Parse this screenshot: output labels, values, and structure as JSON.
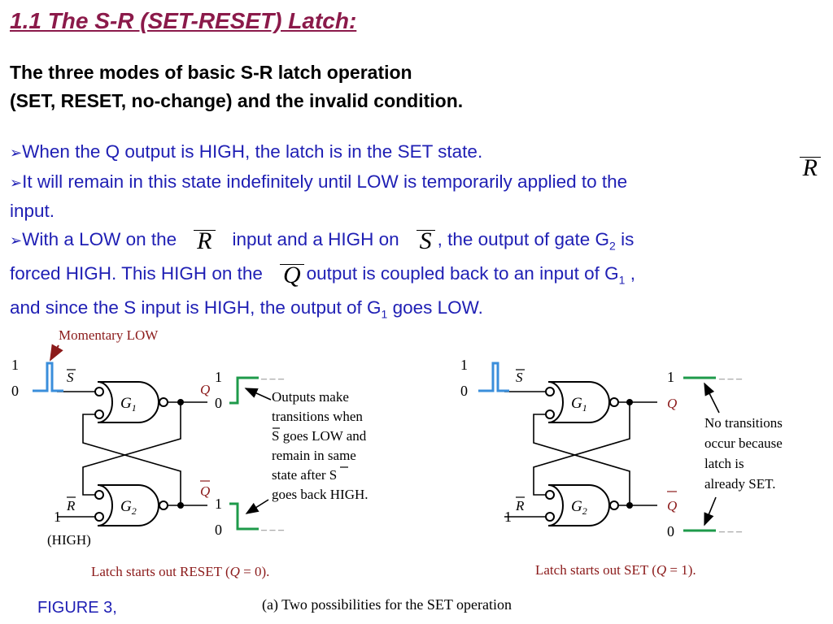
{
  "title": "1.1 The S-R (SET-RESET) Latch:",
  "subtitle": {
    "line1": "The three modes of basic S-R latch operation",
    "line2": "(SET, RESET, no-change) and the invalid condition."
  },
  "bullets": {
    "b1": "When the Q output is HIGH, the latch is in the SET state.",
    "b2a": "It will remain in this state indefinitely until LOW is temporarily applied to the",
    "b2b": "input.",
    "b3a": "With a LOW on the",
    "b3b": "input and a HIGH on",
    "b3c": ", the output of gate G",
    "b3c_sub": "2",
    "b3d": " is",
    "b3e": "forced HIGH. This HIGH on the",
    "b3f": "output is coupled back to an input of G",
    "b3f_sub": "1",
    "b3g": " ,",
    "b3h": "and since the S input is HIGH, the output of G",
    "b3h_sub": "1",
    "b3i": " goes LOW.",
    "sym_R": "R",
    "sym_S": "S",
    "sym_Q": "Q"
  },
  "figure_label": "FIGURE 3,",
  "diagram": {
    "caption": "(a)  Two possibilities for the SET operation",
    "left": {
      "momentary_low": "Momentary LOW",
      "high": "(HIGH)",
      "outputs_note": [
        "Outputs make",
        "transitions when",
        "S goes LOW and",
        "remain in same",
        "state after S",
        "goes back HIGH."
      ],
      "caption_a": "Latch starts out RESET (",
      "caption_q": "Q",
      "caption_b": " = 0)."
    },
    "right": {
      "no_transitions_note": [
        "No transitions",
        "occur because",
        "latch is",
        "already SET."
      ],
      "caption_a": "Latch starts out SET (",
      "caption_q": "Q",
      "caption_b": " = 1)."
    },
    "one": "1",
    "zero": "0",
    "gate1": "G",
    "gate1_sub": "1",
    "gate2": "G",
    "gate2_sub": "2",
    "label_s": "S",
    "label_r": "R",
    "label_q": "Q",
    "dashes": "– – –"
  },
  "colors": {
    "title": "#8B1A4A",
    "bullet_text": "#1F1FB4",
    "waveform_input": "#3A8EDB",
    "waveform_output": "#1E9A4A",
    "annotation": "#8B1A1A",
    "dashed": "#888888"
  }
}
